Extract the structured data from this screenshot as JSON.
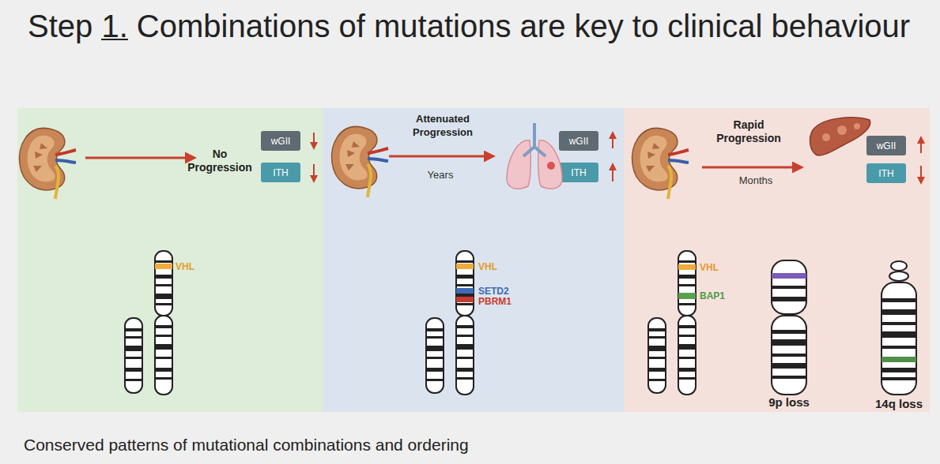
{
  "diagram": {
    "title": "Step 1. Combinations of mutations are key to clinical behaviour",
    "caption": "Conserved patterns of mutational combinations and ordering",
    "nodes": [
      {
        "text": [
          "No Progression"
        ]
      },
      {
        "text": [
          "wGII"
        ],
        "in": 0
      },
      {
        "text": [
          "ITH"
        ],
        "in": 0
      },
      {
        "text": [
          "Attenuated Progression"
        ]
      },
      {
        "text": [
          "wGII"
        ],
        "in": 3
      },
      {
        "text": [
          "ITH"
        ],
        "in": 3
      },
      {
        "text": [
          "Rapid Progression"
        ]
      },
      {
        "text": [
          "wGII"
        ],
        "in": 6
      },
      {
        "text": [
          "ITH"
        ],
        "in": 6
      }
    ],
    "labels": [
      "VHL",
      "Years",
      "VHL",
      "SETD2",
      "PBRM1",
      "Months",
      "VHL",
      "BAP1",
      "9p loss",
      "14q loss"
    ]
  }
}
